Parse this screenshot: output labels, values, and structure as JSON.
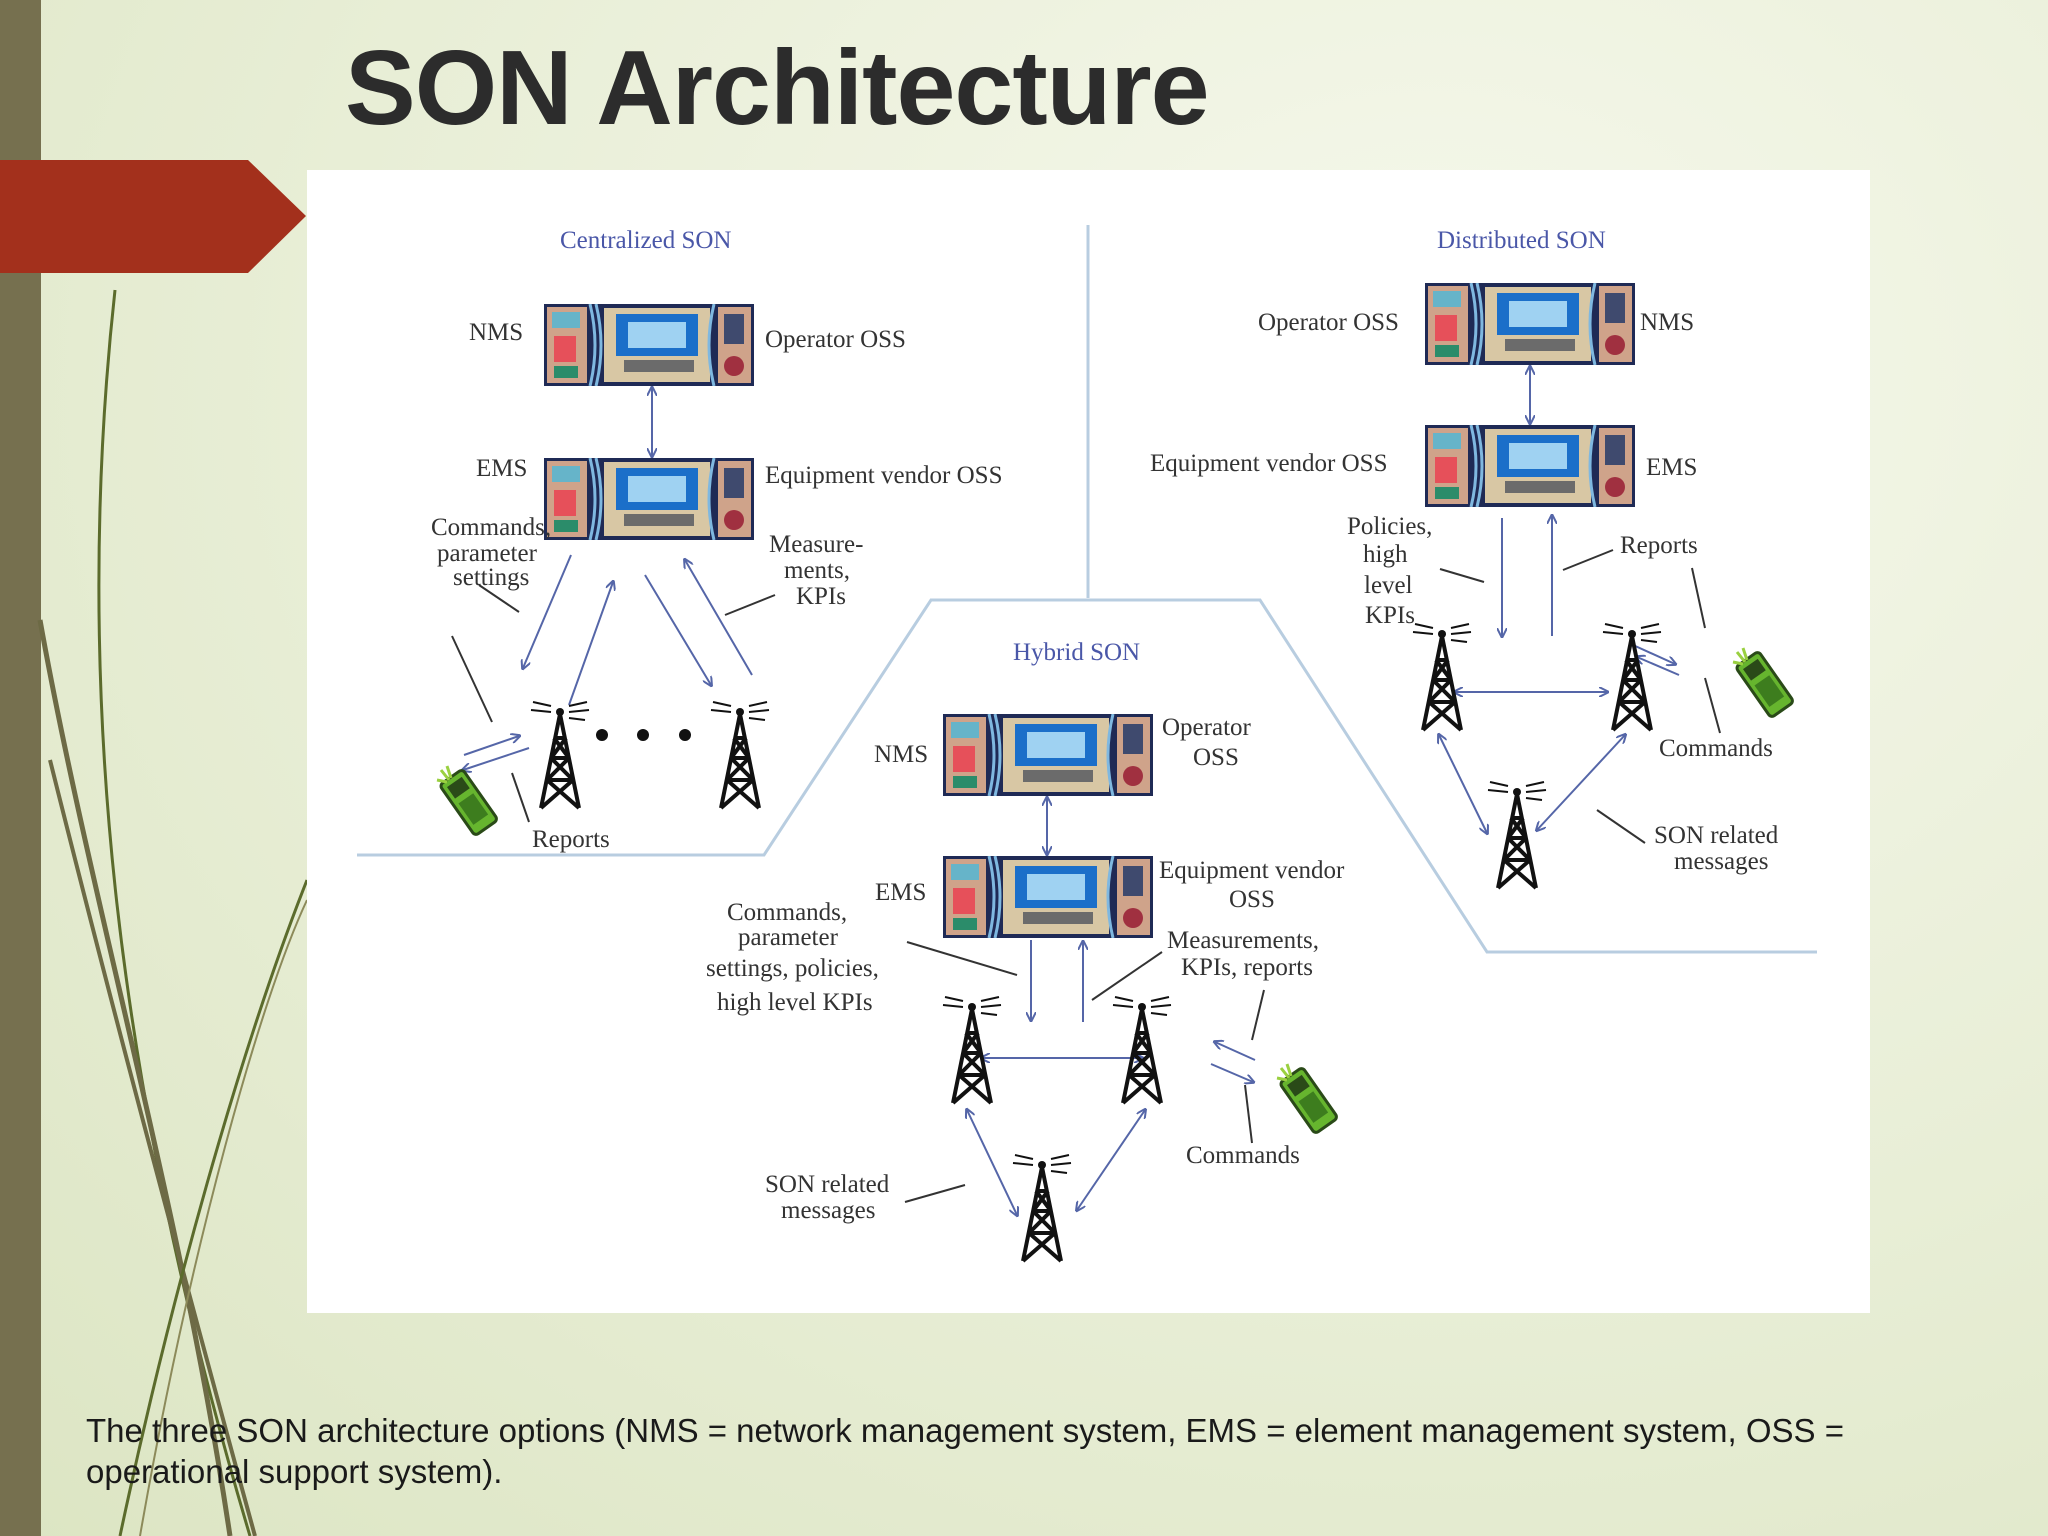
{
  "slide": {
    "title": "SON Architecture",
    "caption": "The three SON architecture options (NMS = network management system, EMS = element management system, OSS = operational support system).",
    "accent_color": "#a3301c",
    "sidebar_color": "#76704f"
  },
  "diagram": {
    "centralized": {
      "heading": "Centralized SON",
      "nms": "NMS",
      "operator_oss": "Operator OSS",
      "ems": "EMS",
      "vendor_oss": "Equipment vendor OSS",
      "commands": [
        "Commands,",
        "parameter",
        "settings"
      ],
      "measurements": [
        "Measure-",
        "ments,",
        "KPIs"
      ],
      "reports": "Reports"
    },
    "distributed": {
      "heading": "Distributed SON",
      "operator_oss": "Operator OSS",
      "nms": "NMS",
      "vendor_oss": "Equipment vendor OSS",
      "ems": "EMS",
      "policies": [
        "Policies,",
        "high",
        "level",
        "KPIs"
      ],
      "reports": "Reports",
      "commands": "Commands",
      "son_messages": [
        "SON related",
        "messages"
      ]
    },
    "hybrid": {
      "heading": "Hybrid SON",
      "nms": "NMS",
      "operator_oss": [
        "Operator",
        "OSS"
      ],
      "ems": "EMS",
      "vendor_oss": [
        "Equipment vendor",
        "OSS"
      ],
      "commands": [
        "Commands,",
        "parameter",
        "settings, policies,",
        "high level KPIs"
      ],
      "measurements": [
        "Measurements,",
        "KPIs, reports"
      ],
      "commands_right": "Commands",
      "son_messages": [
        "SON related",
        "messages"
      ]
    },
    "icons": [
      "computer-terminal-icon",
      "cell-tower-icon",
      "mobile-phone-icon"
    ],
    "colors": {
      "heading": "#4a57a8",
      "arrow": "#5566a8",
      "divider": "#b8cde0"
    }
  }
}
